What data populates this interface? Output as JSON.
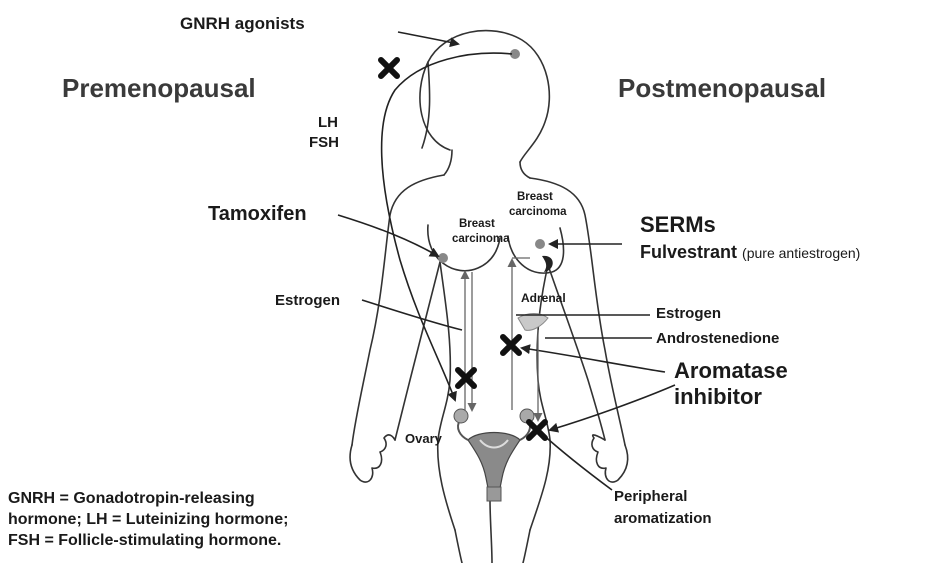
{
  "labels": {
    "gnrh_agonists": "GNRH agonists",
    "premenopausal": "Premenopausal",
    "postmenopausal": "Postmenopausal",
    "lh": "LH",
    "fsh": "FSH",
    "tamoxifen": "Tamoxifen",
    "breast_carcinoma_left_1": "Breast",
    "breast_carcinoma_left_2": "carcinoma",
    "breast_carcinoma_right_1": "Breast",
    "breast_carcinoma_right_2": "carcinoma",
    "serms": "SERMs",
    "fulvestrant": "Fulvestrant",
    "fulvestrant_note": "(pure antiestrogen)",
    "estrogen_left": "Estrogen",
    "adrenal": "Adrenal",
    "estrogen_right": "Estrogen",
    "androstenedione": "Androstenedione",
    "aromatase_1": "Aromatase",
    "aromatase_2": "inhibitor",
    "ovary": "Ovary",
    "peripheral_1": "Peripheral",
    "peripheral_2": "aromatization"
  },
  "legend": {
    "line1": "GNRH = Gonadotropin-releasing",
    "line2": "hormone; LH = Luteinizing hormone;",
    "line3": "FSH = Follicle-stimulating hormone."
  }
}
